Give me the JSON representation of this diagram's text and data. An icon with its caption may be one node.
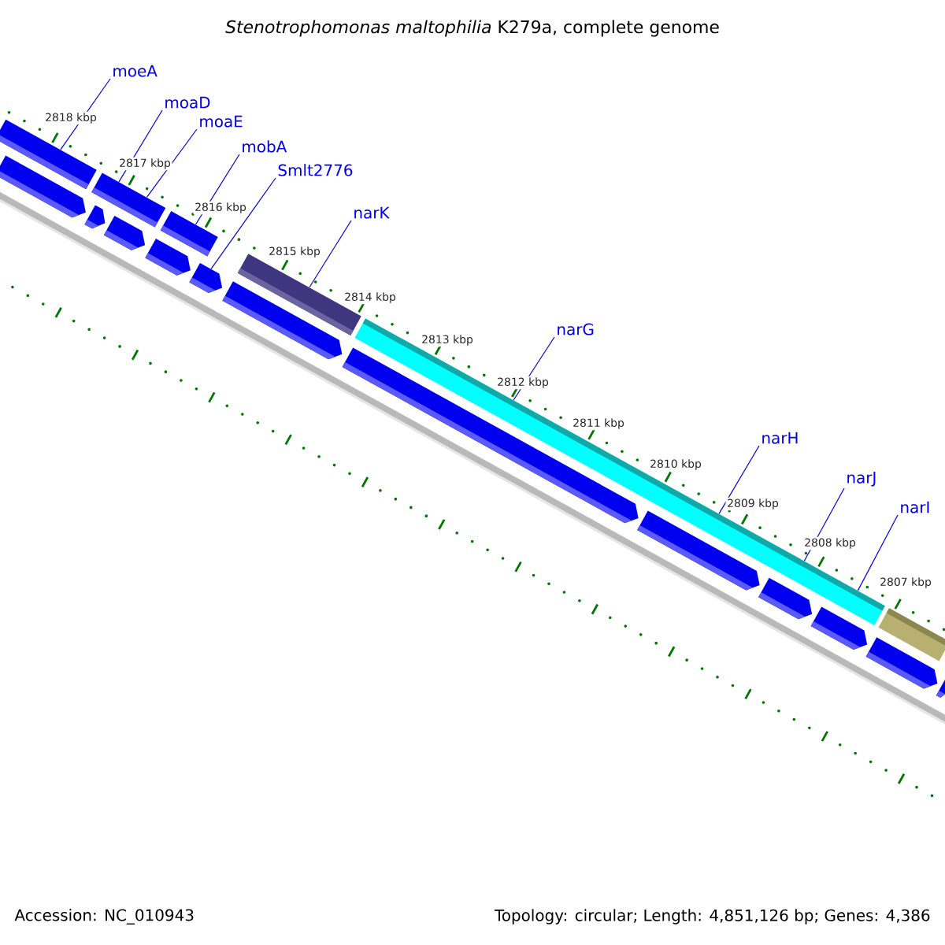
{
  "diagram": {
    "title": "*Stenotrophomonas maltophilia* K279a, complete genome",
    "nodes": [
      {
        "text": [
          "moeA"
        ]
      },
      {
        "text": [
          "moaD"
        ]
      },
      {
        "text": [
          "moaE"
        ]
      },
      {
        "text": [
          "mobA"
        ]
      },
      {
        "text": [
          "Smlt2776"
        ]
      },
      {
        "text": [
          "narK"
        ]
      },
      {
        "text": [
          "narG"
        ]
      },
      {
        "text": [
          "narH"
        ]
      },
      {
        "text": [
          "narJ"
        ]
      },
      {
        "text": [
          "narI"
        ]
      },
      {
        "text": [],
        "shape": "bar"
      },
      {
        "text": [],
        "shape": "bar"
      },
      {
        "text": [],
        "shape": "bar"
      },
      {
        "text": [],
        "shape": "bar"
      },
      {
        "text": [],
        "shape": "bar"
      },
      {
        "text": [],
        "shape": "bar"
      },
      {
        "text": [],
        "shape": "bar"
      },
      {
        "text": [],
        "shape": "bar"
      },
      {
        "text": [],
        "shape": "bar"
      },
      {
        "text": [],
        "shape": "bar"
      },
      {
        "text": [],
        "shape": "bar"
      },
      {
        "text": [],
        "shape": "bar"
      },
      {
        "text": [],
        "shape": "bar"
      },
      {
        "text": [],
        "shape": "bar"
      },
      {
        "text": [],
        "shape": "bar"
      },
      {
        "text": [],
        "shape": "bar"
      },
      {
        "text": [],
        "shape": "bar"
      },
      {
        "text": [],
        "shape": "bar"
      }
    ],
    "edges": [
      {
        "from": 0,
        "to": 10,
        "arrow": "none"
      },
      {
        "from": 1,
        "to": 11,
        "arrow": "none"
      },
      {
        "from": 2,
        "to": 11,
        "arrow": "none"
      },
      {
        "from": 3,
        "to": 12,
        "arrow": "none"
      },
      {
        "from": 4,
        "to": 20,
        "arrow": "none"
      },
      {
        "from": 5,
        "to": 13,
        "arrow": "none"
      },
      {
        "from": 6,
        "to": 14,
        "arrow": "none"
      },
      {
        "from": 7,
        "to": 14,
        "arrow": "none"
      },
      {
        "from": 8,
        "to": 14,
        "arrow": "none"
      },
      {
        "from": 9,
        "to": 14,
        "arrow": "none"
      }
    ],
    "labels": [
      "2818 kbp",
      "2817 kbp",
      "2816 kbp",
      "2815 kbp",
      "2814 kbp",
      "2813 kbp",
      "2812 kbp",
      "2811 kbp",
      "2810 kbp",
      "2809 kbp",
      "2808 kbp",
      "2807 kbp",
      "Accession: NC_010943",
      "Topology: circular; Length: 4,851,126 bp; Genes: 4,386"
    ]
  }
}
